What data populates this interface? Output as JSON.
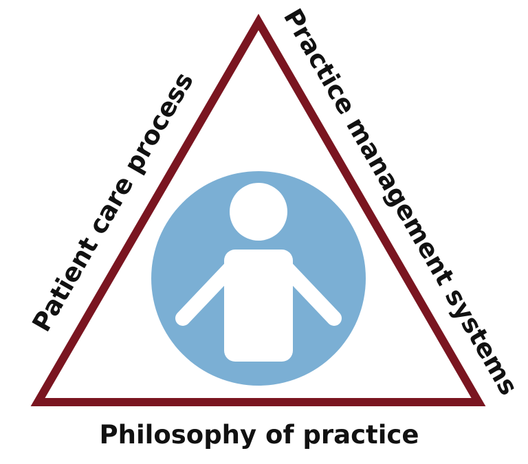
{
  "labels": {
    "left_side": "Patient care process",
    "right_side": "Practice management systems",
    "bottom_side": "Philosophy of practice"
  },
  "colors": {
    "triangle_stroke": "#7a1520",
    "circle_fill": "#7bafd4",
    "person_fill": "#ffffff",
    "text": "#111111"
  },
  "icons": {
    "center": "person-icon"
  }
}
